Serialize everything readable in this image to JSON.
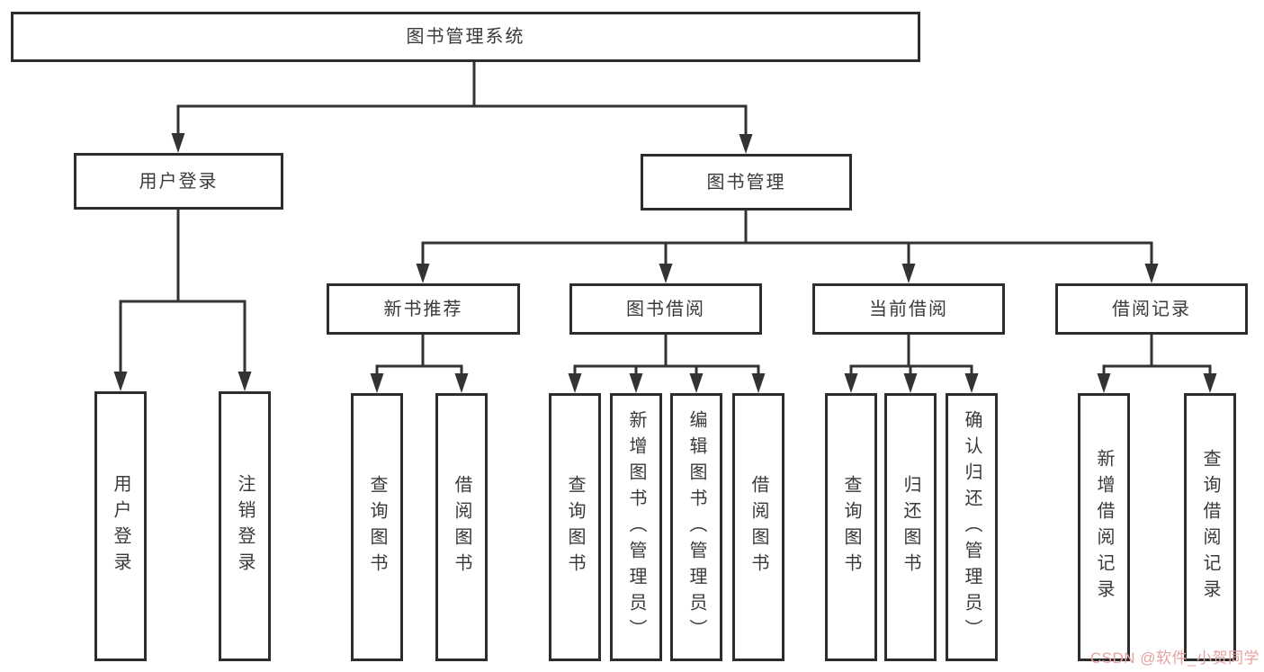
{
  "diagram_title": "图书管理系统",
  "colors": {
    "box_border": "#2d2d2d",
    "connector_line": "#333333",
    "text": "#3a3a3a",
    "background": "#ffffff",
    "watermark": "#e7a1a1"
  },
  "tree": {
    "root": {
      "label": "图书管理系统"
    },
    "branches": [
      {
        "label": "用户登录",
        "children": [
          "用户登录",
          "注销登录"
        ]
      },
      {
        "label": "图书管理",
        "children": [
          {
            "label": "新书推荐",
            "children": [
              "查询图书",
              "借阅图书"
            ]
          },
          {
            "label": "图书借阅",
            "children": [
              "查询图书",
              "新增图书（管理员）",
              "编辑图书（管理员）",
              "借阅图书"
            ]
          },
          {
            "label": "当前借阅",
            "children": [
              "查询图书",
              "归还图书",
              "确认归还（管理员）"
            ]
          },
          {
            "label": "借阅记录",
            "children": [
              "新增借阅记录",
              "查询借阅记录"
            ]
          }
        ]
      }
    ]
  },
  "watermark": {
    "text": "CSDN @软件_小贺同学"
  }
}
